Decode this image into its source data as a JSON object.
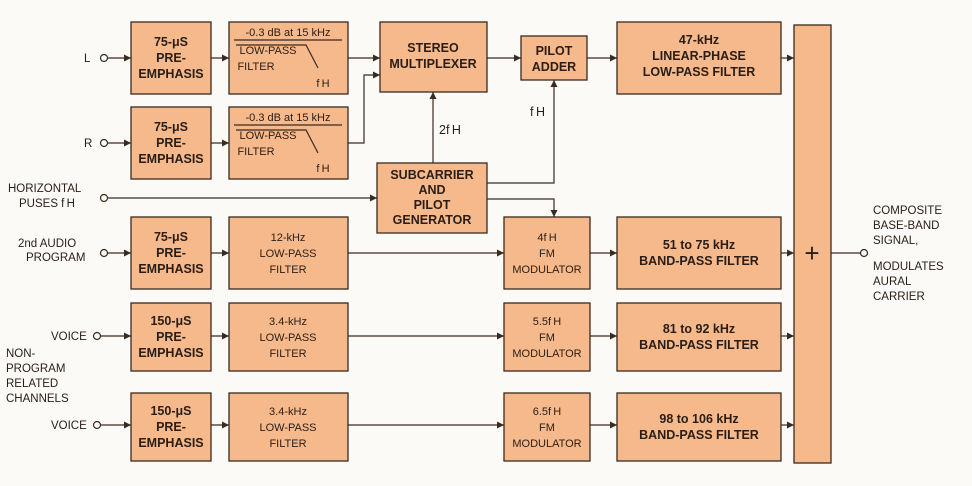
{
  "inputs": {
    "left": "L",
    "right": "R",
    "horizontal": [
      "HORIZONTAL",
      "PUSES f H"
    ],
    "second_audio": [
      "2nd AUDIO",
      "PROGRAM"
    ],
    "voice1": "VOICE",
    "voice2": "VOICE",
    "non_program": [
      "NON-",
      "PROGRAM",
      "RELATED",
      "CHANNELS"
    ]
  },
  "blocks": {
    "preemph_l": [
      "75-μS",
      "PRE-",
      "EMPHASIS"
    ],
    "preemph_r": [
      "75-μS",
      "PRE-",
      "EMPHASIS"
    ],
    "preemph_sap": [
      "75-μS",
      "PRE-",
      "EMPHASIS"
    ],
    "preemph_v1": [
      "150-μS",
      "PRE-",
      "EMPHASIS"
    ],
    "preemph_v2": [
      "150-μS",
      "PRE-",
      "EMPHASIS"
    ],
    "lpf_l": {
      "spec": "-0.3 dB at 15 kHz",
      "name": [
        "LOW-PASS",
        "FILTER"
      ],
      "fh": "f H"
    },
    "lpf_r": {
      "spec": "-0.3 dB at 15 kHz",
      "name": [
        "LOW-PASS",
        "FILTER"
      ],
      "fh": "f H"
    },
    "lpf_sap": [
      "12-kHz",
      "LOW-PASS",
      "FILTER"
    ],
    "lpf_v1": [
      "3.4-kHz",
      "LOW-PASS",
      "FILTER"
    ],
    "lpf_v2": [
      "3.4-kHz",
      "LOW-PASS",
      "FILTER"
    ],
    "stereo_mux": [
      "STEREO",
      "MULTIPLEXER"
    ],
    "pilot_adder": [
      "PILOT",
      "ADDER"
    ],
    "lp47": [
      "47-kHz",
      "LINEAR-PHASE",
      "LOW-PASS FILTER"
    ],
    "subcarrier_gen": [
      "SUBCARRIER",
      "AND",
      "PILOT",
      "GENERATOR"
    ],
    "fm_4fh": [
      "4f H",
      "FM",
      "MODULATOR"
    ],
    "fm_55fh": [
      "5.5f H",
      "FM",
      "MODULATOR"
    ],
    "fm_65fh": [
      "6.5f H",
      "FM",
      "MODULATOR"
    ],
    "bpf_51_75": [
      "51 to 75 kHz",
      "BAND-PASS FILTER"
    ],
    "bpf_81_92": [
      "81 to 92 kHz",
      "BAND-PASS FILTER"
    ],
    "bpf_98_106": [
      "98 to 106 kHz",
      "BAND-PASS FILTER"
    ],
    "summer": "+"
  },
  "signals": {
    "two_fh": "2f H",
    "fh": "f H"
  },
  "output": [
    "COMPOSITE",
    "BASE-BAND",
    "SIGNAL,",
    "MODULATES",
    "AURAL",
    "CARRIER"
  ],
  "colors": {
    "block_fill": "#f5b98b",
    "line": "#3a2a20",
    "background": "#fbfaf6"
  }
}
